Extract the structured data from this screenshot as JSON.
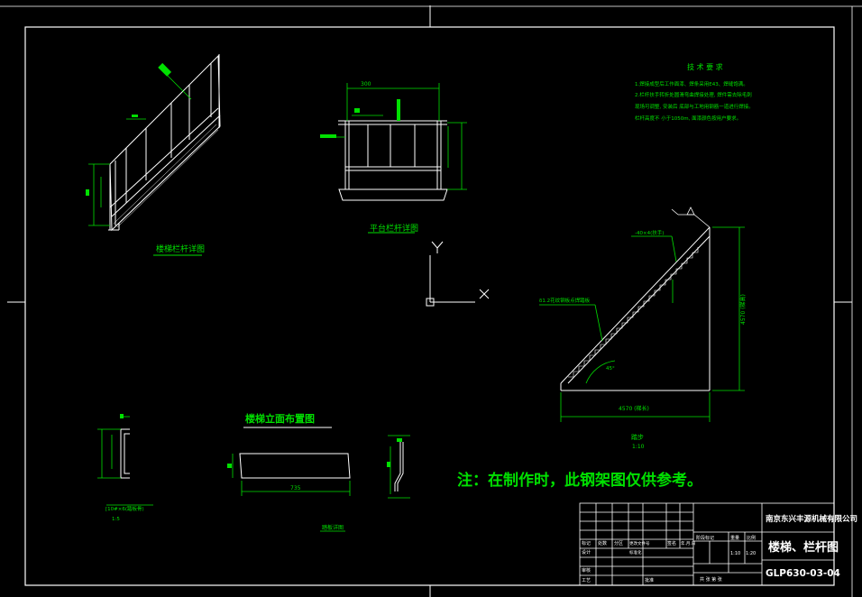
{
  "colors": {
    "background": "#000000",
    "frame": "#ffffff",
    "geometry": "#ffffff",
    "dimension": "#00e000",
    "note": "#00e000",
    "marker": "#e0e000"
  },
  "drawing": {
    "stair_railing_detail_label": "楼梯栏杆详图",
    "platform_railing_detail_label": "平台栏杆详图",
    "stair_elevation_title": "楼梯立面布置图",
    "dim_railing_width": "300",
    "dim_elevation_length": "735",
    "dim_stair_length": "4570 (梯长)",
    "dim_stair_height": "4570 (梯高)",
    "stair_section_label": "踏步",
    "stair_section_scale": "1:10",
    "channel_label": "[10#×6(踏板骨)",
    "channel_scale": "1:5",
    "tread_label": "踏板详图",
    "annot_tread_plate": "δ1.2花纹钢板点焊踏板",
    "annot_angle": "45°",
    "annot_flat_bar": "-40×4(扶手)",
    "note_main": "注：在制作时，此钢架图仅供参考。",
    "tech_title": "技 术 要 求",
    "tech_lines": [
      "1.焊接成型后工作面漆、焊条采用E43、焊缝饱满。",
      "2.栏杆扶手转折处圆滑弯曲焊接处理,          焊件需去除毛刺",
      "  现场可调整, 安装后  底部与工地用钢筋一道进行焊接。",
      "  栏杆高度不  小于1050m, 面漆颜色按用户要求。"
    ]
  },
  "title_block": {
    "company": "南京东兴丰源机械有限公司",
    "drawing_title": "楼梯、栏杆图",
    "drawing_number": "GLP630-03-04",
    "scale_value": "1:10",
    "scale_value2": "1:20",
    "cells": [
      "标记",
      "处数",
      "分区",
      "更改文件号",
      "签名",
      "年.月.日",
      "设计",
      "标准化",
      "阶段标记",
      "重量",
      "比例",
      "审核",
      "工艺",
      "批准",
      "共    张    第    张"
    ]
  }
}
